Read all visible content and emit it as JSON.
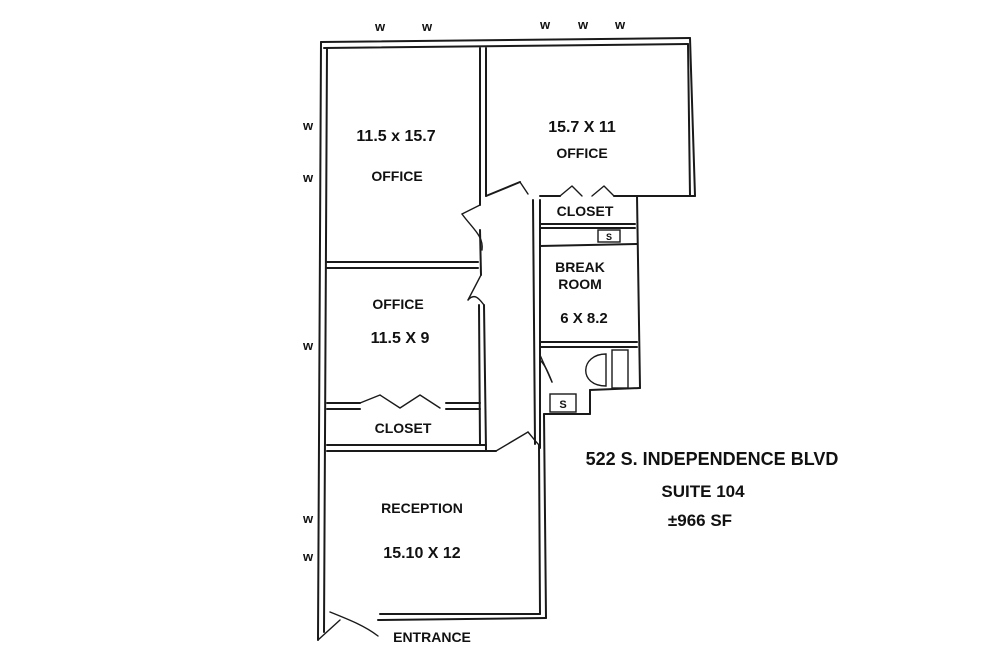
{
  "window_marker": "w",
  "rooms": {
    "office_top_left": {
      "dimensions": "11.5 x 15.7",
      "label": "OFFICE"
    },
    "office_top_right": {
      "dimensions": "15.7 X 11",
      "label": "OFFICE"
    },
    "closet_right": {
      "label": "CLOSET"
    },
    "break_room": {
      "label_line1": "BREAK",
      "label_line2": "ROOM",
      "dimensions": "6 X 8.2"
    },
    "office_mid": {
      "label": "OFFICE",
      "dimensions": "11.5 X 9"
    },
    "closet_left": {
      "label": "CLOSET"
    },
    "reception": {
      "label": "RECEPTION",
      "dimensions": "15.10 X 12"
    }
  },
  "sink_marker": "S",
  "entrance": "ENTRANCE",
  "info": {
    "address": "522 S. INDEPENDENCE BLVD",
    "suite": "SUITE 104",
    "area": "±966 SF"
  }
}
